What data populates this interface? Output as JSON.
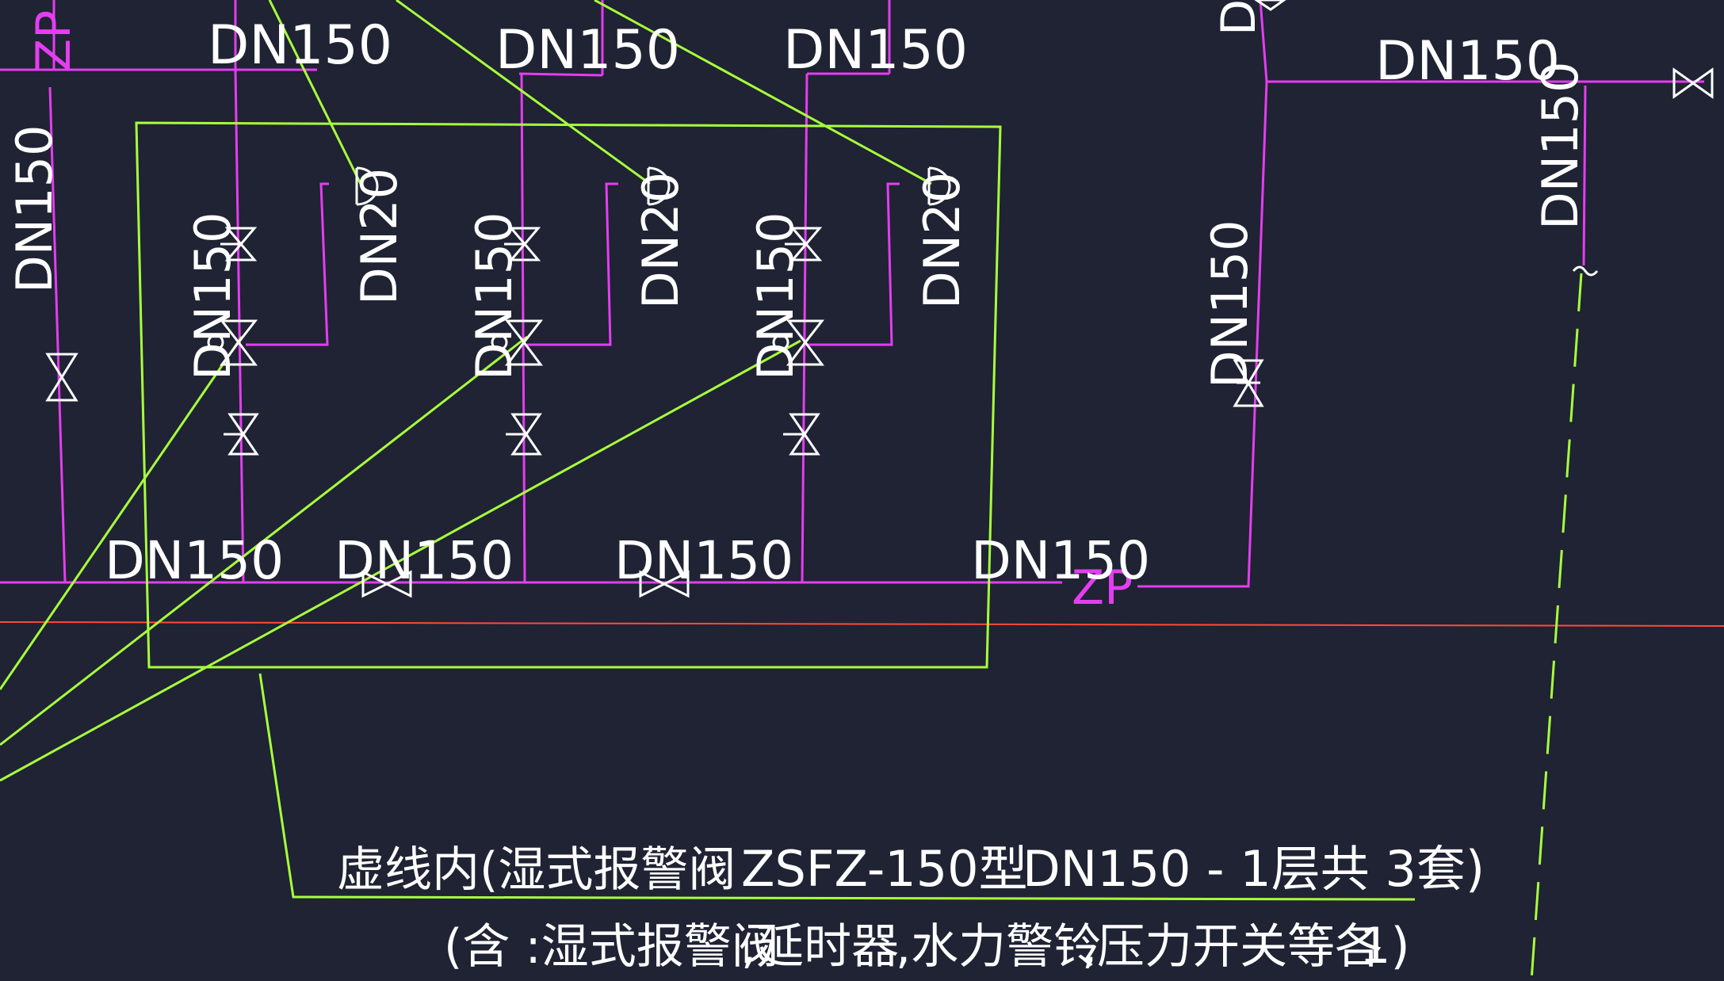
{
  "colors": {
    "background": "#1f2333",
    "pipe": "#e53df1",
    "annotation": "#a8ff3c",
    "symbol": "#ffffff",
    "baseline": "#ff4a3a"
  },
  "labels": {
    "zp": "ZP",
    "dn150": "DN150",
    "dn20": "DN20"
  },
  "note": {
    "line1": "虚线内(湿式报警阀",
    "model": "ZSFZ-150型",
    "spec": "DN150 - 1层共 3套)",
    "line2_prefix": "(含 :湿式报警阀",
    "items": [
      ",延时器",
      ",水力警铃",
      ",压力开关等各"
    ],
    "count": "1)"
  }
}
